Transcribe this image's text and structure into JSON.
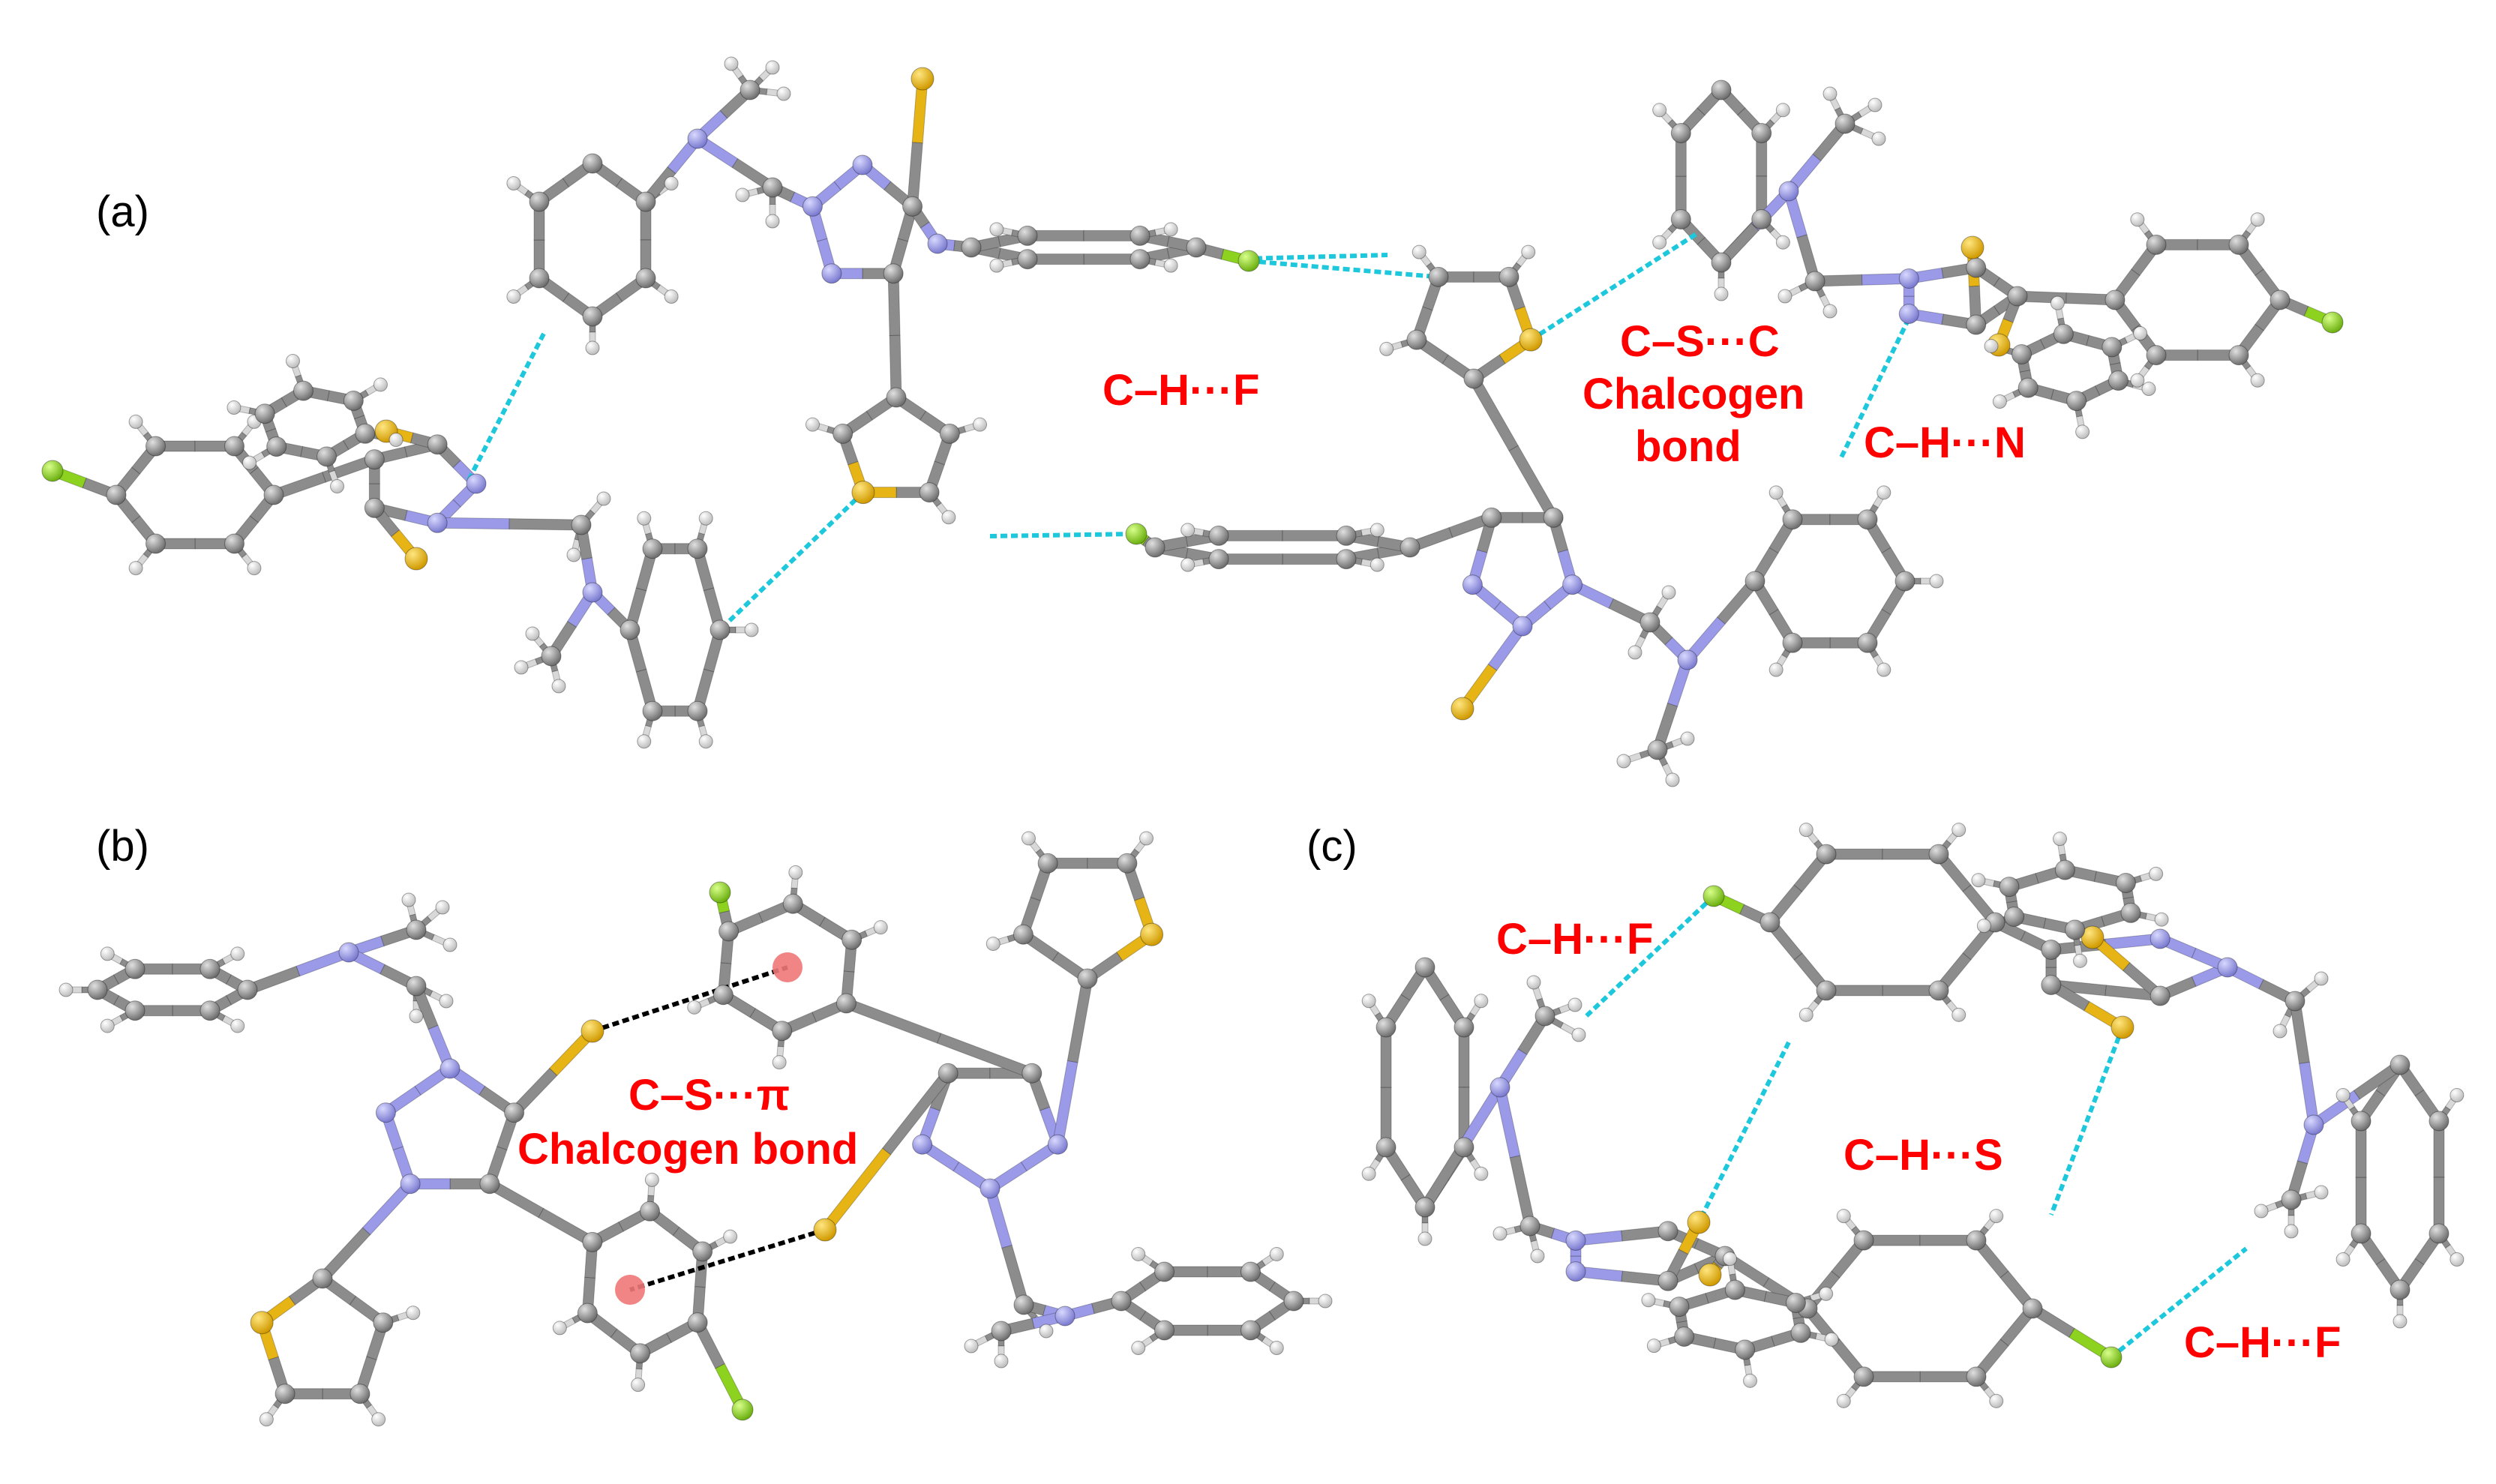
{
  "panels": [
    {
      "id": "a",
      "label": "(a)"
    },
    {
      "id": "b",
      "label": "(b)"
    },
    {
      "id": "c",
      "label": "(c)"
    }
  ],
  "annotations": {
    "a_chf": "C–H···F",
    "a_csc_1": "C–S···C",
    "a_csc_2": "Chalcogen",
    "a_csc_3": "bond",
    "a_chn": "C–H···N",
    "b_cspi_1": "C–S···π",
    "b_cspi_2": "Chalcogen bond",
    "c_chf_1": "C–H···F",
    "c_chs": "C–H···S",
    "c_chf_2": "C–H···F"
  },
  "colors": {
    "carbon": "#8c8c8c",
    "hydrogen": "#ffffff",
    "nitrogen": "#9a9ae8",
    "sulfur": "#e6b414",
    "fluorine": "#8cd21e",
    "hbond": "#1ec8dc",
    "chalcogen_bond": "#000000",
    "centroid": "#f07878",
    "annotation": "#ff0000"
  }
}
